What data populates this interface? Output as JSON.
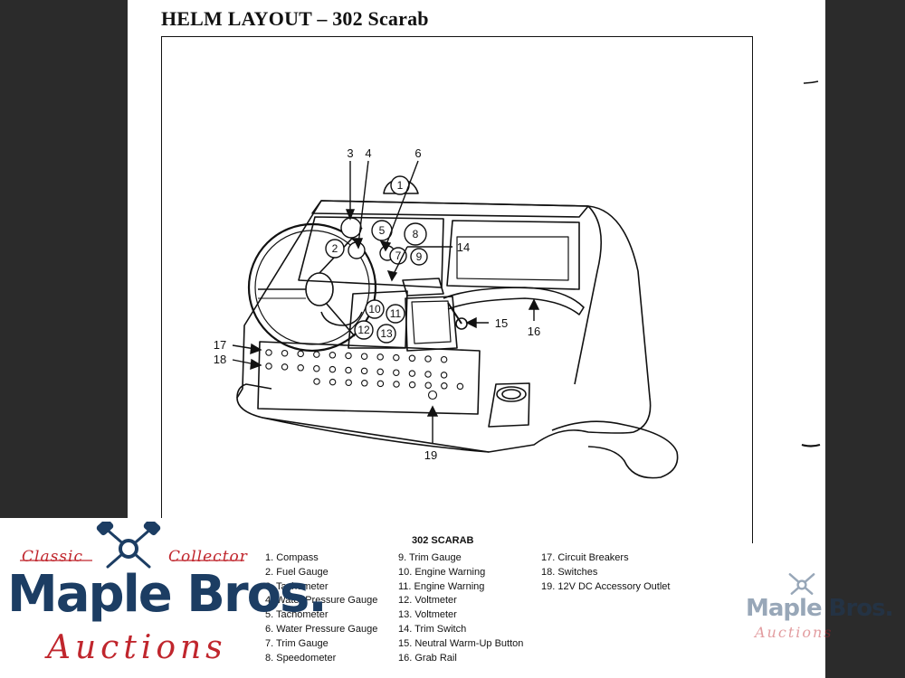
{
  "document": {
    "title": "HELM LAYOUT – 302 Scarab"
  },
  "diagram": {
    "callouts": [
      "1",
      "2",
      "3",
      "4",
      "5",
      "6",
      "7",
      "8",
      "9",
      "10",
      "11",
      "12",
      "13",
      "14",
      "15",
      "16",
      "17",
      "18",
      "19"
    ]
  },
  "legend": {
    "title": "302 SCARAB",
    "items": [
      "1. Compass",
      "2. Fuel Gauge",
      "3. Tachometer",
      "4. Water Pressure Gauge",
      "5. Tachometer",
      "6. Water Pressure Gauge",
      "7. Trim Gauge",
      "8. Speedometer",
      "9. Trim Gauge",
      "10. Engine Warning",
      "11. Engine Warning",
      "12. Voltmeter",
      "13. Voltmeter",
      "14. Trim Switch",
      "15. Neutral Warm-Up Button",
      "16. Grab Rail",
      "17. Circuit Breakers",
      "18. Switches",
      "19. 12V DC Accessory Outlet"
    ]
  },
  "logo": {
    "classic": "Classic",
    "collector": "Collector",
    "brand": "Maple Bros.",
    "auctions": "Auctions",
    "icon": "crossed-pistons-icon",
    "colors": {
      "navy": "#1c3d63",
      "red": "#c0262d"
    }
  },
  "watermark": {
    "brand": "Maple Bros.",
    "auctions": "Auctions"
  }
}
